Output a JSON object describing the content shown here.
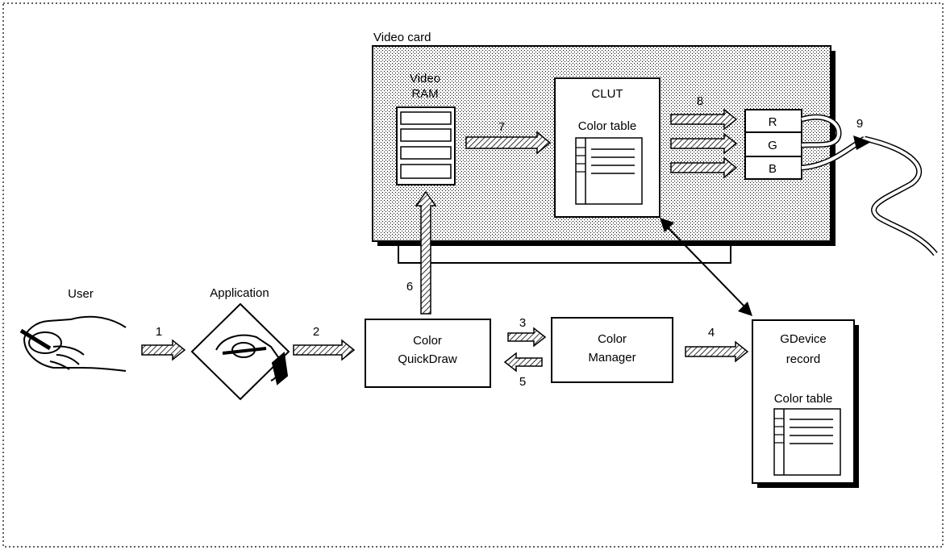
{
  "labels": {
    "video_card": "Video card",
    "video_ram_line1": "Video",
    "video_ram_line2": "RAM",
    "clut": "CLUT",
    "clut_color_table": "Color table",
    "r": "R",
    "g": "G",
    "b": "B",
    "user": "User",
    "application": "Application",
    "color_quickdraw_line1": "Color",
    "color_quickdraw_line2": "QuickDraw",
    "color_manager_line1": "Color",
    "color_manager_line2": "Manager",
    "gdevice_line1": "GDevice",
    "gdevice_line2": "record",
    "gdevice_color_table": "Color table"
  },
  "steps": {
    "s1": "1",
    "s2": "2",
    "s3": "3",
    "s4": "4",
    "s5": "5",
    "s6": "6",
    "s7": "7",
    "s8": "8",
    "s9": "9"
  }
}
